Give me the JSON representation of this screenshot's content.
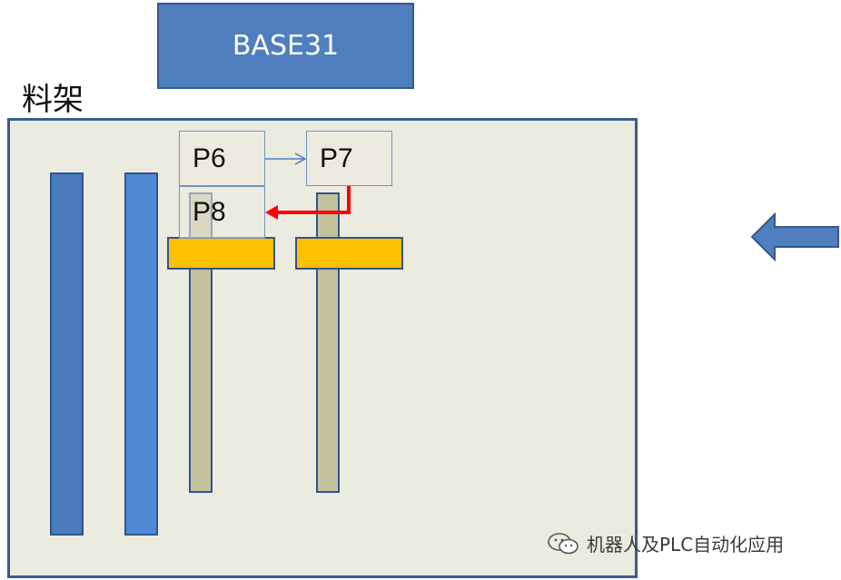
{
  "base_label": "BASE31",
  "rack_label": "料架",
  "positions": {
    "p6": "P6",
    "p7": "P7",
    "p8": "P8"
  },
  "colors": {
    "base_fill": "#4f7fbf",
    "rack_fill": "#ecebe0",
    "bracket_fill": "#ffc000",
    "pole_fill": "#c4c19d",
    "move_arrow": "#ff0000",
    "entry_arrow": "#4f7fbf"
  },
  "icons": [
    "wechat-icon",
    "entry-arrow-icon"
  ],
  "watermark": "机器人及PLC自动化应用"
}
